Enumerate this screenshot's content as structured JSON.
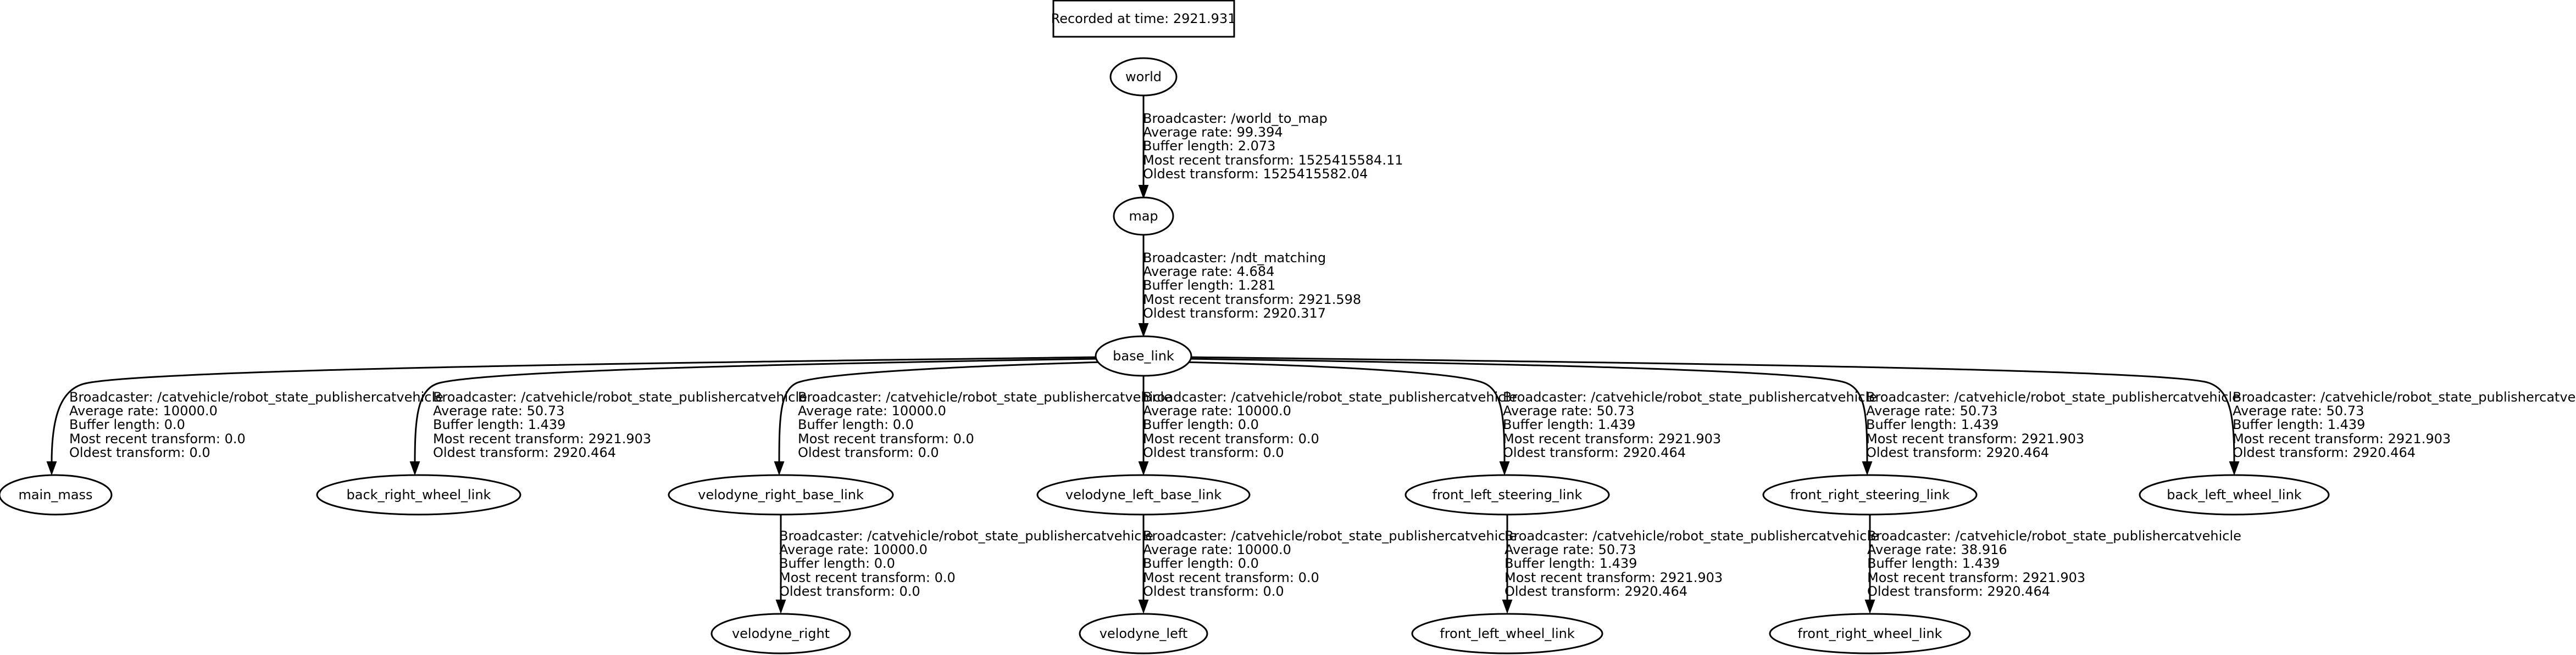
{
  "recorded": "Recorded at time: 2921.931",
  "nodes": {
    "world": "world",
    "map": "map",
    "base_link": "base_link",
    "main_mass": "main_mass",
    "back_right_wheel_link": "back_right_wheel_link",
    "velodyne_right_base_link": "velodyne_right_base_link",
    "velodyne_left_base_link": "velodyne_left_base_link",
    "front_left_steering_link": "front_left_steering_link",
    "front_right_steering_link": "front_right_steering_link",
    "back_left_wheel_link": "back_left_wheel_link",
    "velodyne_right": "velodyne_right",
    "velodyne_left": "velodyne_left",
    "front_left_wheel_link": "front_left_wheel_link",
    "front_right_wheel_link": "front_right_wheel_link"
  },
  "edges": {
    "world_map": [
      "Broadcaster: /world_to_map",
      "Average rate: 99.394",
      "Buffer length: 2.073",
      "Most recent transform: 1525415584.11",
      "Oldest transform: 1525415582.04"
    ],
    "map_base": [
      "Broadcaster: /ndt_matching",
      "Average rate: 4.684",
      "Buffer length: 1.281",
      "Most recent transform: 2921.598",
      "Oldest transform: 2920.317"
    ],
    "base_main_mass": [
      "Broadcaster: /catvehicle/robot_state_publishercatvehicle",
      "Average rate: 10000.0",
      "Buffer length: 0.0",
      "Most recent transform: 0.0",
      "Oldest transform: 0.0"
    ],
    "base_back_right": [
      "Broadcaster: /catvehicle/robot_state_publishercatvehicle",
      "Average rate: 50.73",
      "Buffer length: 1.439",
      "Most recent transform: 2921.903",
      "Oldest transform: 2920.464"
    ],
    "base_vel_right_base": [
      "Broadcaster: /catvehicle/robot_state_publishercatvehicle",
      "Average rate: 10000.0",
      "Buffer length: 0.0",
      "Most recent transform: 0.0",
      "Oldest transform: 0.0"
    ],
    "base_vel_left_base": [
      "Broadcaster: /catvehicle/robot_state_publishercatvehicle",
      "Average rate: 10000.0",
      "Buffer length: 0.0",
      "Most recent transform: 0.0",
      "Oldest transform: 0.0"
    ],
    "base_front_left_steer": [
      "Broadcaster: /catvehicle/robot_state_publishercatvehicle",
      "Average rate: 50.73",
      "Buffer length: 1.439",
      "Most recent transform: 2921.903",
      "Oldest transform: 2920.464"
    ],
    "base_front_right_steer": [
      "Broadcaster: /catvehicle/robot_state_publishercatvehicle",
      "Average rate: 50.73",
      "Buffer length: 1.439",
      "Most recent transform: 2921.903",
      "Oldest transform: 2920.464"
    ],
    "base_back_left": [
      "Broadcaster: /catvehicle/robot_state_publishercatvehicle",
      "Average rate: 50.73",
      "Buffer length: 1.439",
      "Most recent transform: 2921.903",
      "Oldest transform: 2920.464"
    ],
    "vrb_velodyne_right": [
      "Broadcaster: /catvehicle/robot_state_publishercatvehicle",
      "Average rate: 10000.0",
      "Buffer length: 0.0",
      "Most recent transform: 0.0",
      "Oldest transform: 0.0"
    ],
    "vlb_velodyne_left": [
      "Broadcaster: /catvehicle/robot_state_publishercatvehicle",
      "Average rate: 10000.0",
      "Buffer length: 0.0",
      "Most recent transform: 0.0",
      "Oldest transform: 0.0"
    ],
    "fls_flw": [
      "Broadcaster: /catvehicle/robot_state_publishercatvehicle",
      "Average rate: 50.73",
      "Buffer length: 1.439",
      "Most recent transform: 2921.903",
      "Oldest transform: 2920.464"
    ],
    "frs_frw": [
      "Broadcaster: /catvehicle/robot_state_publishercatvehicle",
      "Average rate: 38.916",
      "Buffer length: 1.439",
      "Most recent transform: 2921.903",
      "Oldest transform: 2920.464"
    ]
  }
}
